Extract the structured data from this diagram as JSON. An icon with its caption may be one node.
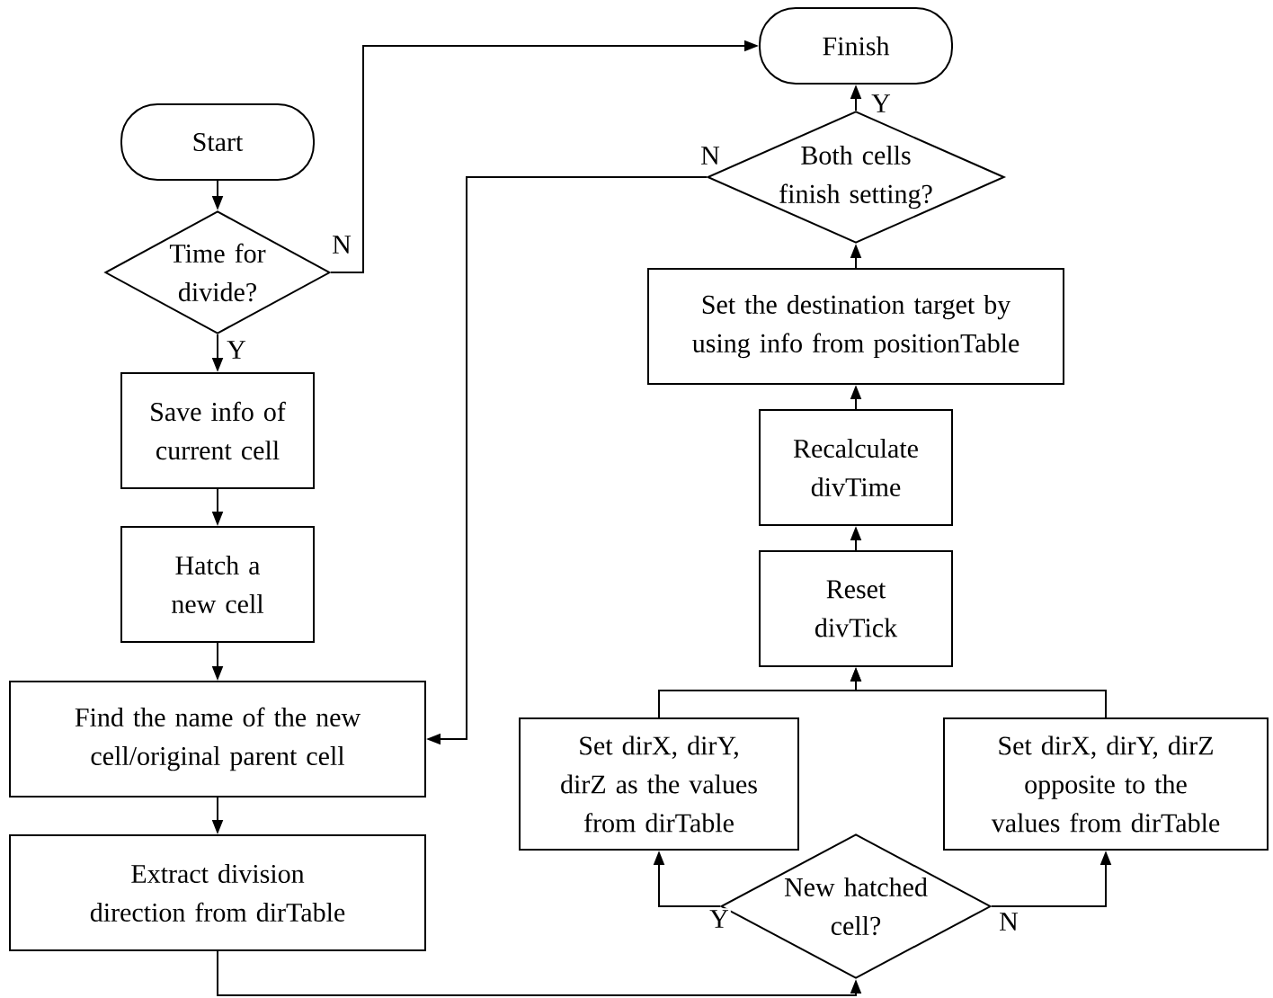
{
  "diagram": {
    "nodes": [
      {
        "text": [
          "Finish"
        ]
      },
      {
        "text": [
          "Start"
        ]
      },
      {
        "text": [
          "Time for divide?"
        ]
      },
      {
        "text": [
          "Save info of current cell"
        ]
      },
      {
        "text": [
          "Hatch a new cell"
        ]
      },
      {
        "text": [
          "Find the name of the new cell/original parent cell"
        ]
      },
      {
        "text": [
          "Extract division direction from dirTable"
        ]
      },
      {
        "text": [
          "Both cells finish setting?"
        ]
      },
      {
        "text": [
          "Set the destination target by using info from positionTable"
        ]
      },
      {
        "text": [
          "Recalculate divTime"
        ]
      },
      {
        "text": [
          "Reset divTick"
        ]
      },
      {
        "text": [
          "Set dirX, dirY, dirZ as the values from dirTable"
        ]
      },
      {
        "text": [
          "Set dirX, dirY, dirZ opposite to the values from dirTable"
        ]
      },
      {
        "text": [
          "New hatched cell?"
        ]
      }
    ],
    "edges": [
      {
        "from": 1,
        "to": 2,
        "arrow": "to"
      },
      {
        "from": 2,
        "to": 0,
        "arrow": "to",
        "label": "N"
      },
      {
        "from": 2,
        "to": 3,
        "arrow": "to",
        "label": "Y"
      },
      {
        "from": 3,
        "to": 4,
        "arrow": "to"
      },
      {
        "from": 4,
        "to": 5,
        "arrow": "to"
      },
      {
        "from": 5,
        "to": 6,
        "arrow": "to"
      },
      {
        "from": 6,
        "to": 13,
        "arrow": "to"
      },
      {
        "from": 13,
        "to": 11,
        "arrow": "to",
        "label": "Y"
      },
      {
        "from": 13,
        "to": 12,
        "arrow": "to",
        "label": "N"
      },
      {
        "from": 11,
        "to": 10,
        "arrow": "to"
      },
      {
        "from": 12,
        "to": 10,
        "arrow": "to"
      },
      {
        "from": 10,
        "to": 9,
        "arrow": "to"
      },
      {
        "from": 9,
        "to": 8,
        "arrow": "to"
      },
      {
        "from": 8,
        "to": 7,
        "arrow": "to"
      },
      {
        "from": 7,
        "to": 0,
        "arrow": "to",
        "label": "Y"
      },
      {
        "from": 7,
        "to": 5,
        "arrow": "to",
        "label": "N"
      }
    ]
  }
}
